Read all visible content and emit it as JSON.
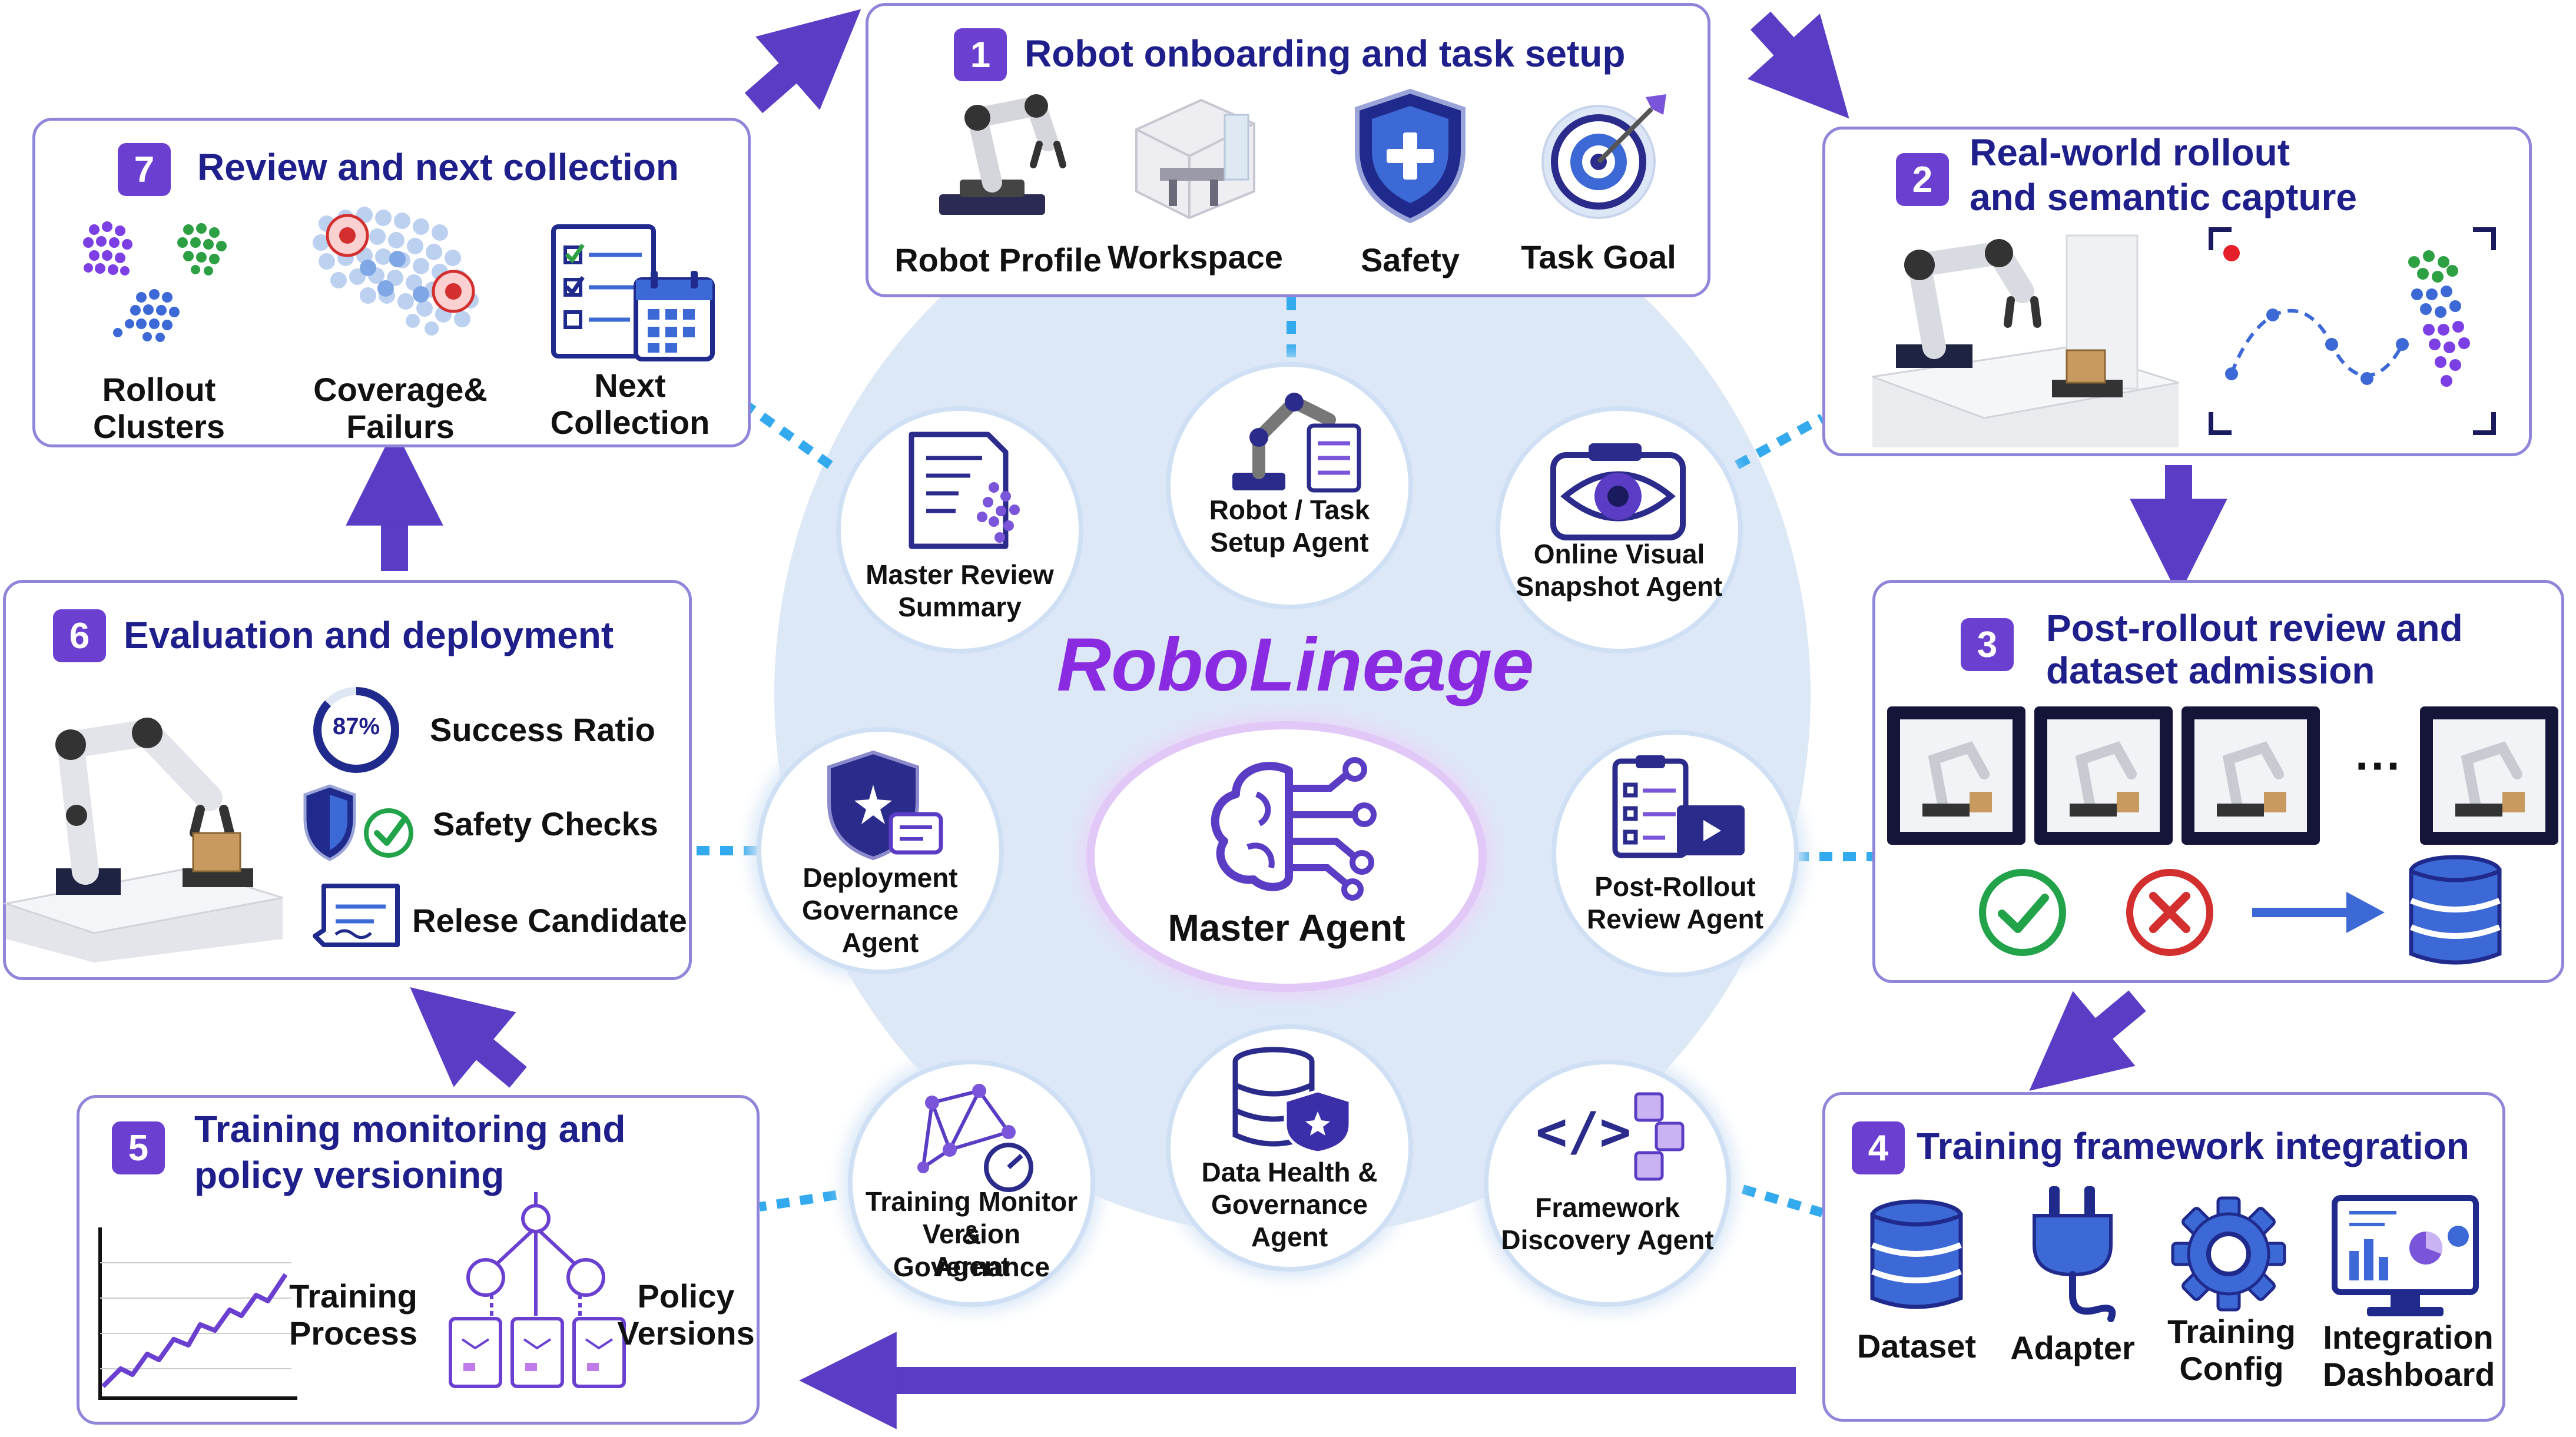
{
  "center": {
    "brand": "RoboLineage",
    "master_label": "Master Agent"
  },
  "agents": {
    "robot_task": [
      "Robot / Task",
      "Setup Agent"
    ],
    "online_visual": [
      "Online Visual",
      "Snapshot Agent"
    ],
    "post_rollout": [
      "Post-Rollout",
      "Review Agent"
    ],
    "framework": [
      "Framework",
      "Discovery Agent"
    ],
    "data_health": [
      "Data Health &",
      "Governance",
      "Agent"
    ],
    "training_monitor": [
      "Training Monitor &",
      "Version Governance",
      "Agent"
    ],
    "deployment": [
      "Deployment",
      "Governance",
      "Agent"
    ],
    "master_review": [
      "Master Review",
      "Summary"
    ]
  },
  "panels": {
    "p1": {
      "num": "1",
      "title": "Robot onboarding and task setup",
      "items": [
        "Robot Profile",
        "Workspace",
        "Safety",
        "Task Goal"
      ]
    },
    "p2": {
      "num": "2",
      "title_lines": [
        "Real-world rollout",
        "and semantic capture"
      ]
    },
    "p3": {
      "num": "3",
      "title_lines": [
        "Post-rollout review and",
        "dataset admission"
      ],
      "ellipsis": "···"
    },
    "p4": {
      "num": "4",
      "title": "Training framework integration",
      "items": [
        [
          "Dataset"
        ],
        [
          "Adapter"
        ],
        [
          "Training",
          "Config"
        ],
        [
          "Integration",
          "Dashboard"
        ]
      ]
    },
    "p5": {
      "num": "5",
      "title_lines": [
        "Training monitoring and",
        "policy versioning"
      ],
      "training": [
        "Training",
        "Process"
      ],
      "versions": [
        "Policy",
        "Versions"
      ]
    },
    "p6": {
      "num": "6",
      "title": "Evaluation and deployment",
      "ratio": "87%",
      "items": [
        "Success Ratio",
        "Safety Checks",
        "Relese Candidate"
      ]
    },
    "p7": {
      "num": "7",
      "title": "Review and next collection",
      "items": [
        [
          "Rollout",
          "Clusters"
        ],
        [
          "Coverage&",
          "Failurs"
        ],
        [
          "Next",
          "Collection"
        ]
      ]
    }
  },
  "colors": {
    "accent": "#6b3fd0",
    "arrow": "#5b3cc4",
    "panel_border": "#8f86d9",
    "title": "#1f1f8c",
    "brand": "#8a2be2",
    "dotted": "#33aaee",
    "ok": "#22a34a",
    "bad": "#d32f2f"
  }
}
